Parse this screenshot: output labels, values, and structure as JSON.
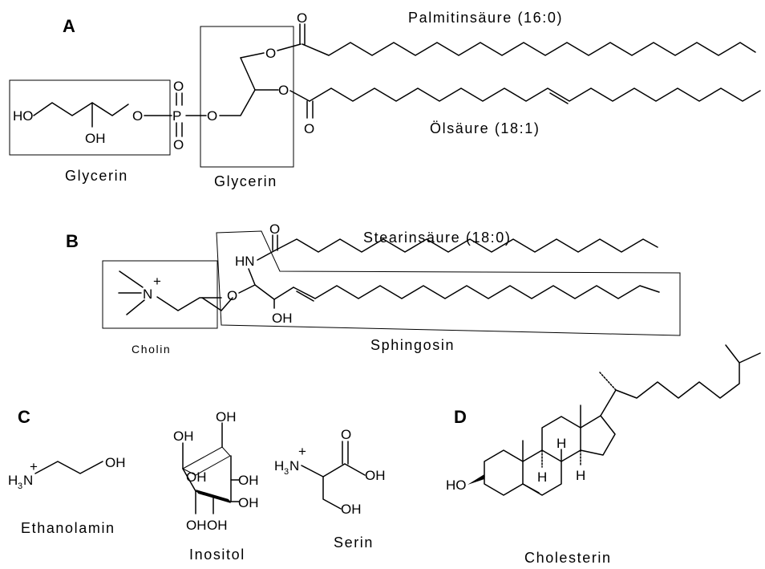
{
  "panels": {
    "a": "A",
    "b": "B",
    "c": "C",
    "d": "D"
  },
  "atoms": {
    "O": "O",
    "OH": "OH",
    "HO": "HO",
    "P": "P",
    "HN": "HN",
    "N": "N",
    "H": "H",
    "plus": "+",
    "H3N_H": "H",
    "H3N_3": "3",
    "H3N_N": "N"
  },
  "labels": {
    "glycerin_1": "Glycerin",
    "glycerin_2": "Glycerin",
    "palmitin": "Palmitinsäure (16:0)",
    "olsaure": "Ölsäure (18:1)",
    "stearin": "Stearinsäure (18:0)",
    "cholin": "Cholin",
    "sphingosin": "Sphingosin",
    "ethanolamin": "Ethanolamin",
    "inositol": "Inositol",
    "serin": "Serin",
    "cholesterin": "Cholesterin"
  }
}
